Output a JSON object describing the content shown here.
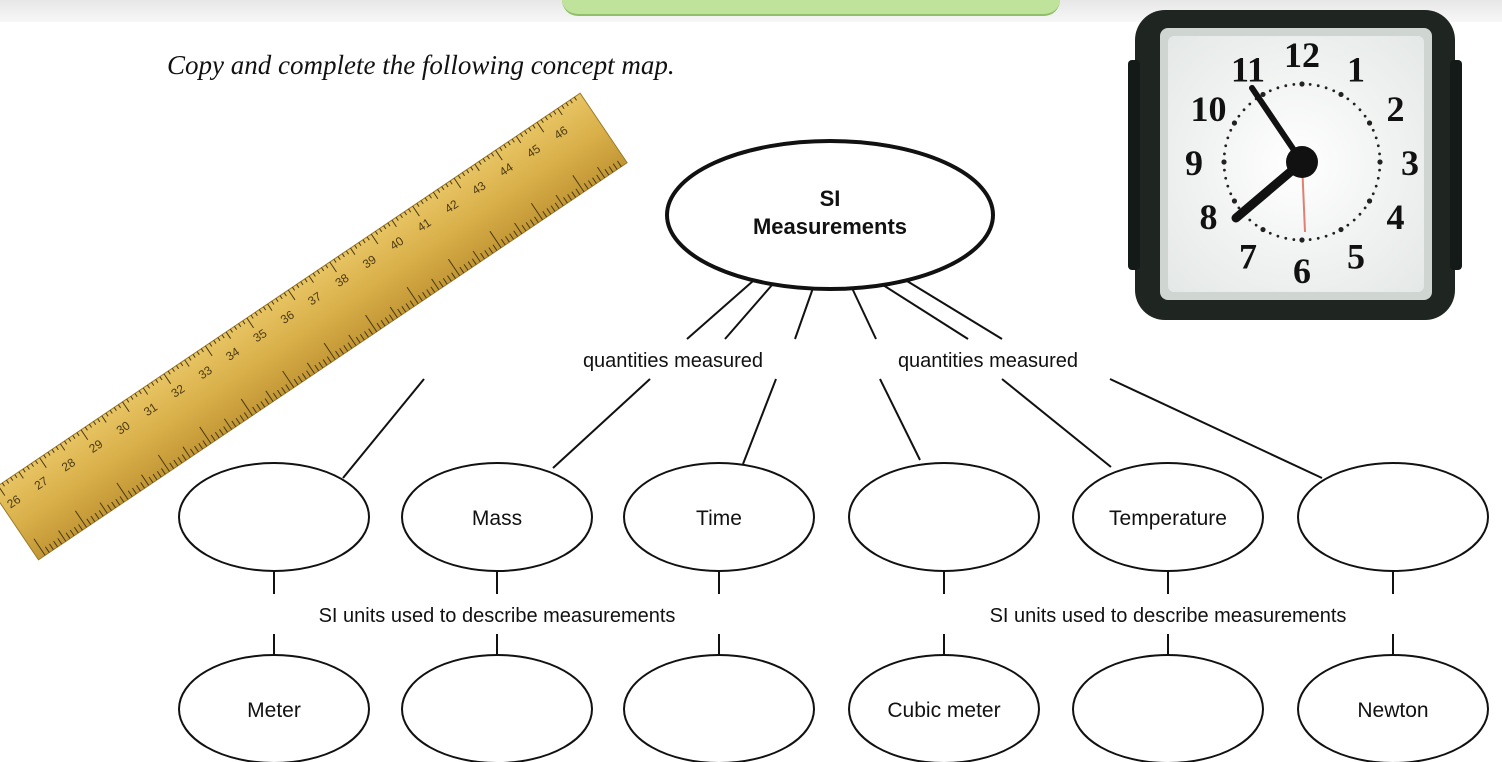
{
  "instruction": "Copy and complete the following concept map.",
  "root": {
    "line1": "SI",
    "line2": "Measurements"
  },
  "link_labels": {
    "quantities_left": "quantities measured",
    "quantities_right": "quantities measured",
    "units_left": "SI units used to describe measurements",
    "units_right": "SI units used to describe measurements"
  },
  "quantities": [
    "",
    "Mass",
    "Time",
    "",
    "Temperature",
    ""
  ],
  "units": [
    "Meter",
    "",
    "",
    "Cubic meter",
    "",
    "Newton"
  ],
  "ruler_numbers": [
    "26",
    "27",
    "28",
    "29",
    "30",
    "31",
    "32",
    "33",
    "34",
    "35",
    "36",
    "37",
    "38",
    "39",
    "40",
    "41",
    "42",
    "43",
    "44",
    "45",
    "46"
  ],
  "clock_numerals": [
    "12",
    "1",
    "2",
    "3",
    "4",
    "5",
    "6",
    "7",
    "8",
    "9",
    "10",
    "11"
  ],
  "colors": {
    "accent_green": "#bfe39a",
    "ruler_wood": "#d9b04a",
    "clock_frame": "#1f2622"
  }
}
